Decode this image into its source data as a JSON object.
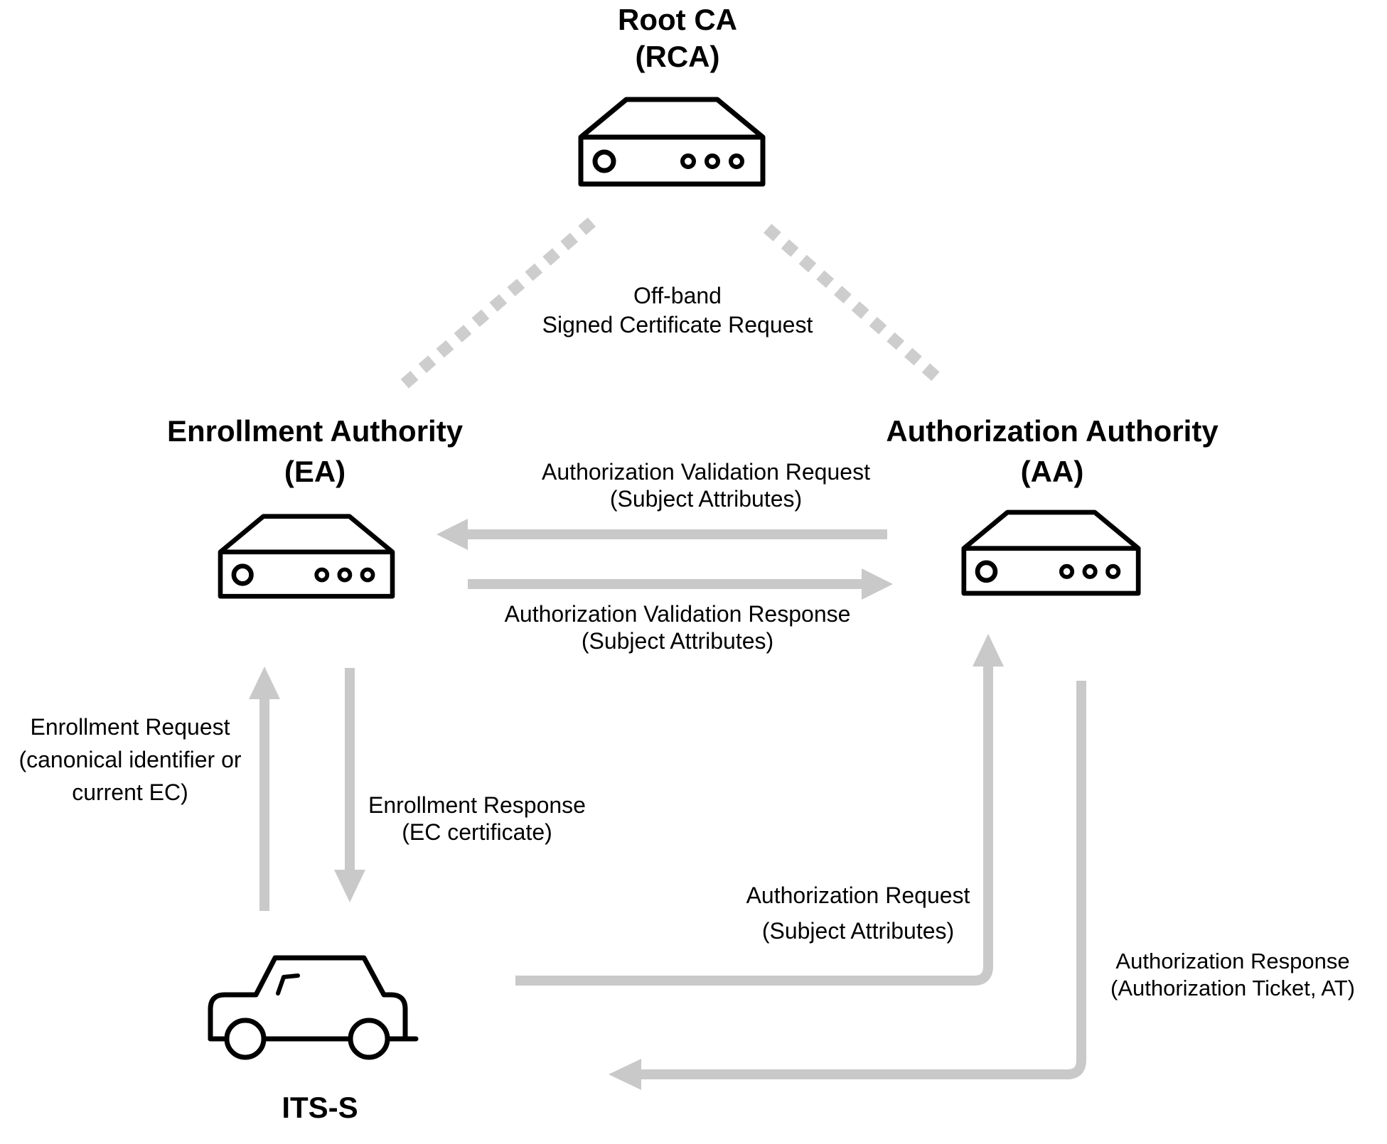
{
  "diagram": {
    "nodes": {
      "rca": {
        "title_line1": "Root CA",
        "title_line2": "(RCA)"
      },
      "ea": {
        "title_line1": "Enrollment Authority",
        "title_line2": "(EA)"
      },
      "aa": {
        "title_line1": "Authorization Authority",
        "title_line2": "(AA)"
      },
      "its": {
        "label": "ITS-S"
      }
    },
    "edges": {
      "offband": {
        "line1": "Off-band",
        "line2": "Signed Certificate Request"
      },
      "val_request": {
        "line1": "Authorization Validation Request",
        "line2": "(Subject Attributes)"
      },
      "val_response": {
        "line1": "Authorization Validation Response",
        "line2": "(Subject Attributes)"
      },
      "enroll_request": {
        "line1": "Enrollment Request",
        "line2": "(canonical identifier or",
        "line3": "current EC)"
      },
      "enroll_response": {
        "line1": "Enrollment Response",
        "line2": "(EC certificate)"
      },
      "auth_request": {
        "line1": "Authorization Request",
        "line2": "(Subject Attributes)"
      },
      "auth_response": {
        "line1": "Authorization Response",
        "line2": "(Authorization Ticket, AT)"
      }
    },
    "colors": {
      "arrow_gray": "#c9c9c9",
      "dash_gray": "#cdcdcd",
      "line_black": "#000000",
      "background": "#ffffff"
    }
  }
}
